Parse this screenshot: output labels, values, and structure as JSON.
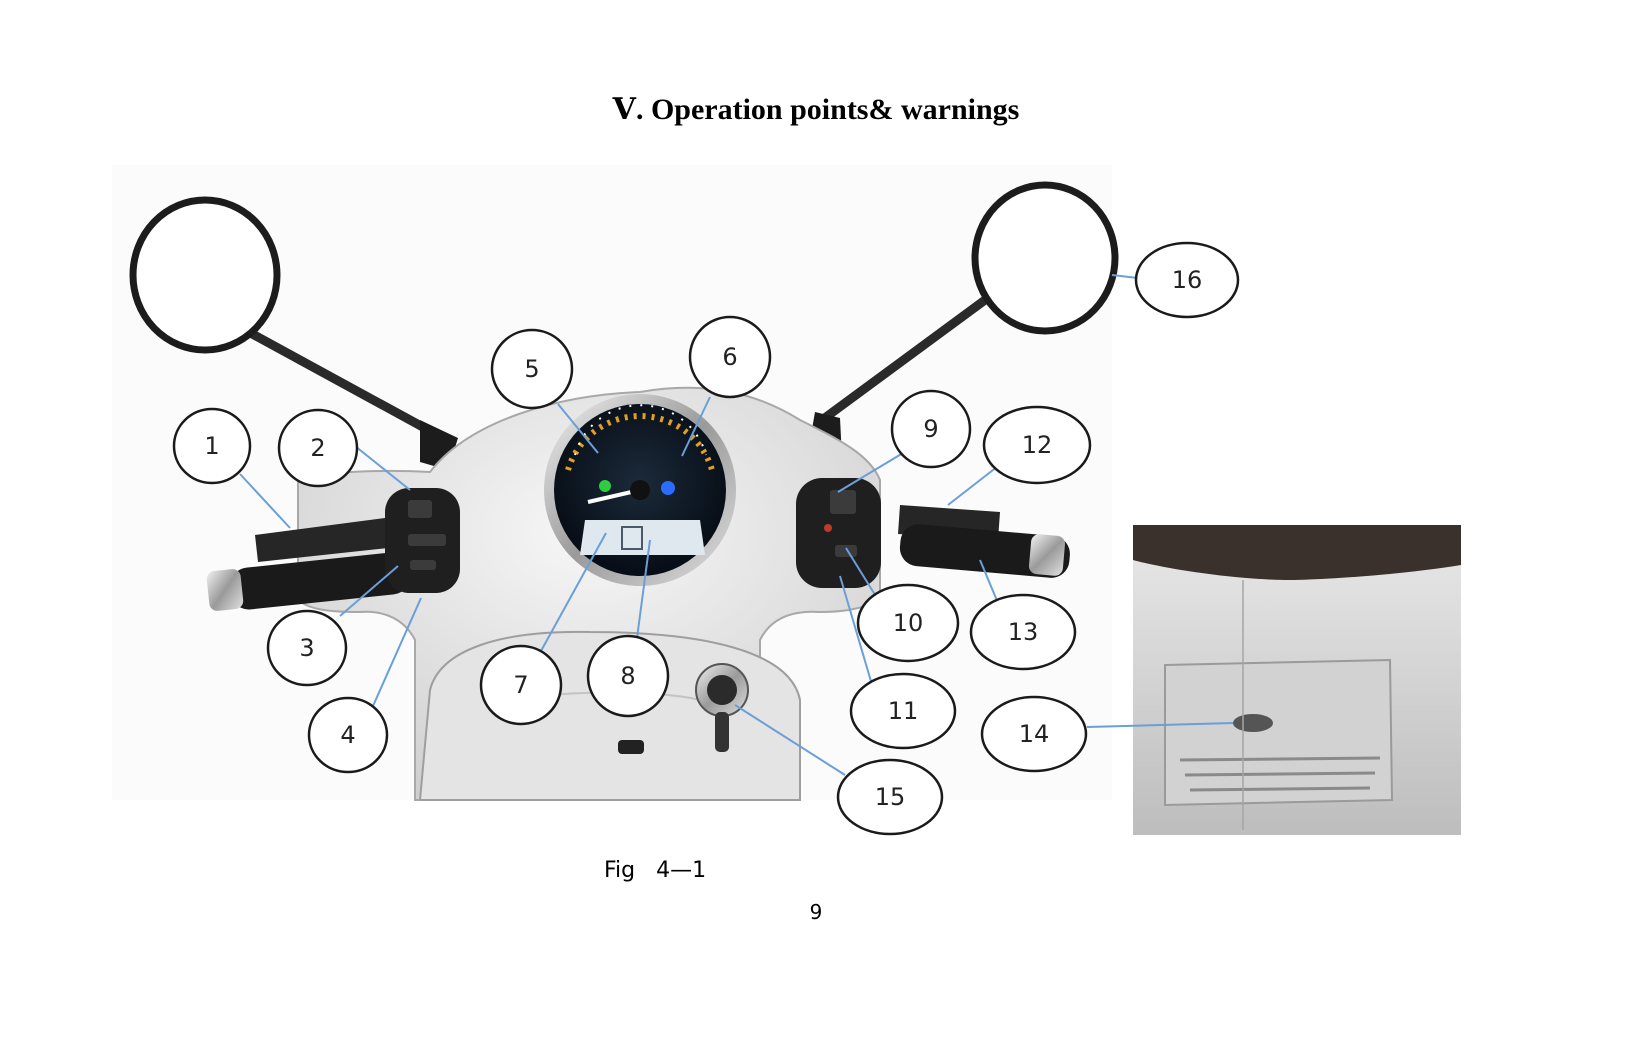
{
  "heading": "Ⅴ. Operation points& warnings",
  "figure": {
    "caption": "Fig   4—1",
    "callouts": [
      "1",
      "2",
      "3",
      "4",
      "5",
      "6",
      "7",
      "8",
      "9",
      "10",
      "11",
      "12",
      "13",
      "14",
      "15",
      "16"
    ]
  },
  "page_number": "9"
}
